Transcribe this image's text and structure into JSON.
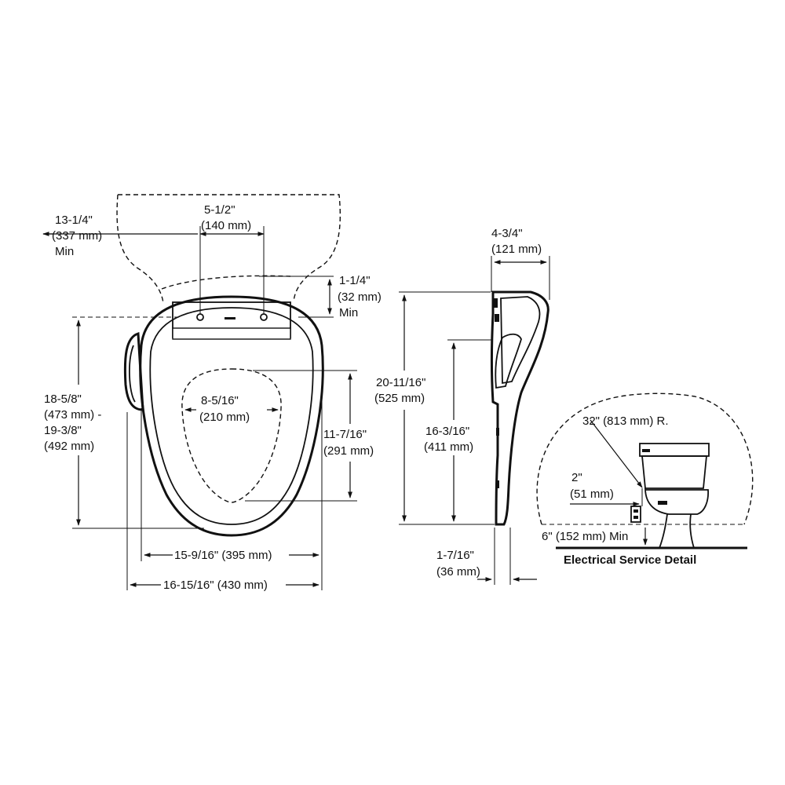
{
  "front_view": {
    "width_total": "16-15/16\" (430 mm)",
    "width_seat": "15-9/16\" (395 mm)",
    "length_line1": "18-5/8\"",
    "length_line2": "(473 mm) -",
    "length_line3": "19-3/8\"",
    "length_line4": "(492 mm)",
    "bowl_front_line1": "13-1/4\"",
    "bowl_front_line2": "(337 mm)",
    "bowl_front_line3": "Min",
    "bolt_spacing_line1": "5-1/2\"",
    "bolt_spacing_line2": "(140 mm)",
    "rear_clear_line1": "1-1/4\"",
    "rear_clear_line2": "(32 mm)",
    "rear_clear_line3": "Min",
    "opening_width_line1": "8-5/16\"",
    "opening_width_line2": "(210 mm)",
    "opening_length_line1": "11-7/16\"",
    "opening_length_line2": "(291 mm)"
  },
  "side_view": {
    "depth_line1": "4-3/4\"",
    "depth_line2": "(121 mm)",
    "height_line1": "20-11/16\"",
    "height_line2": "(525 mm)",
    "inner_line1": "16-3/16\"",
    "inner_line2": "(411 mm)",
    "thickness_line1": "1-7/16\"",
    "thickness_line2": "(36 mm)"
  },
  "electrical_detail": {
    "title": "Electrical Service Detail",
    "radius_label": "32\" (813 mm) R.",
    "outlet_line1": "2\"",
    "outlet_line2": "(51 mm)",
    "min_height": "6\" (152 mm) Min"
  }
}
